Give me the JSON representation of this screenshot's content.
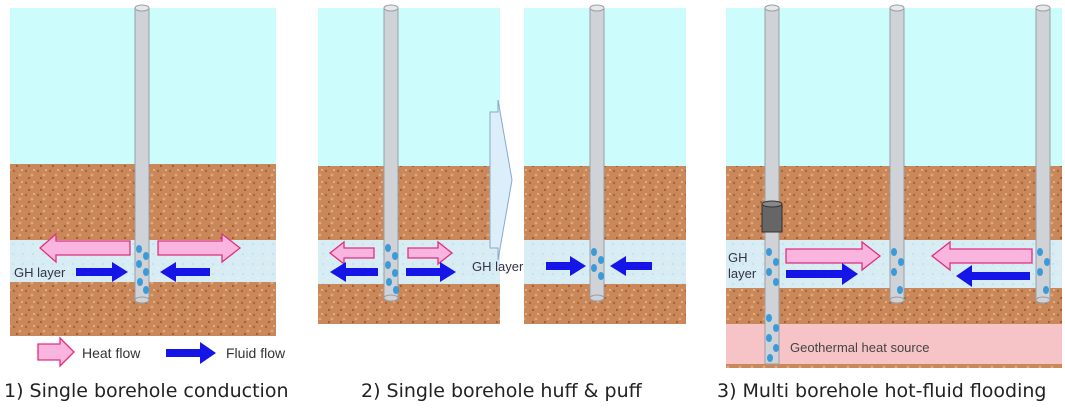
{
  "labels": {
    "gh_layer": "GH layer",
    "gh_layer_line1": "GH",
    "gh_layer_line2": "layer",
    "geothermal": "Geothermal heat source"
  },
  "legend": {
    "heat_flow": "Heat flow",
    "fluid_flow": "Fluid flow"
  },
  "captions": {
    "c1": "1) Single borehole conduction",
    "c2": "2) Single borehole huff & puff",
    "c3": "3) Multi borehole hot-fluid flooding"
  },
  "colors": {
    "sky": "#ccfcfc",
    "soil": "#c9875a",
    "gh_layer": "#d8ecf4",
    "heat_arrow_fill": "#f9b4df",
    "heat_arrow_stroke": "#e0307a",
    "fluid_arrow": "#1515e8",
    "borehole": "#cfd2d6",
    "bubbles": "#3b9bd8",
    "geothermal": "#f6c4c6",
    "transition_arrow": "#dceefa"
  }
}
